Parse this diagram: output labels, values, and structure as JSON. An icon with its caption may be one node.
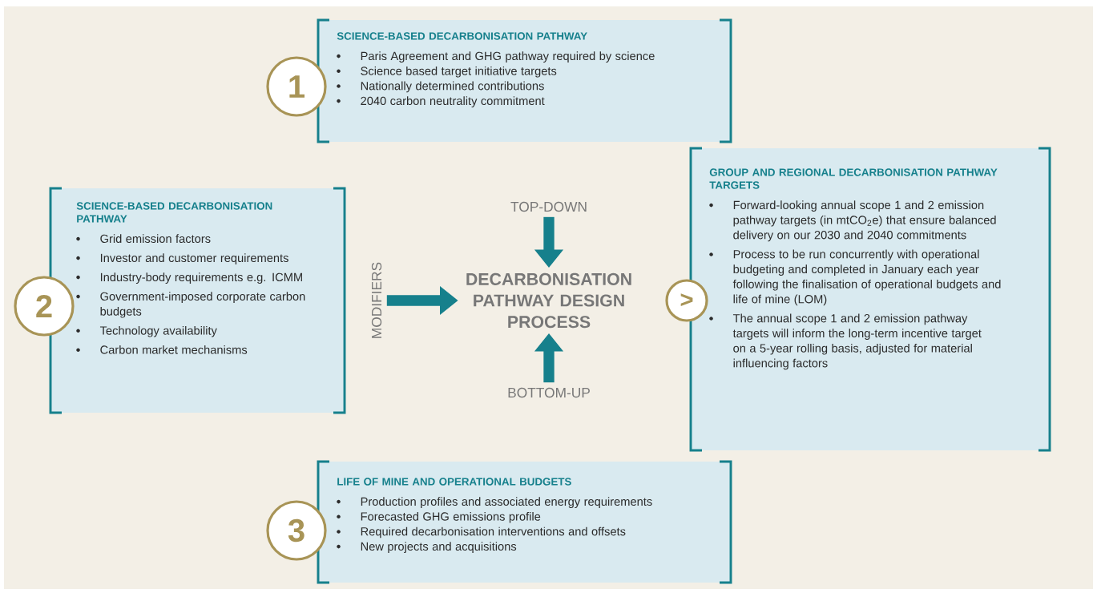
{
  "diagram": {
    "nodes": [
      {
        "text": [
          "SCIENCE-BASED DECARBONISATION PATHWAY",
          "Paris Agreement and GHG pathway required by science",
          "Science based target initiative targets",
          "Nationally determined contributions",
          "2040 carbon neutrality commitment"
        ]
      },
      {
        "text": [
          "1"
        ]
      },
      {
        "text": [
          "SCIENCE-BASED DECARBONISATION PATHWAY",
          "Grid emission factors",
          "Investor and customer requirements",
          "Industry-body requirements e.g. ICMM",
          "Government-imposed corporate carbon budgets",
          "Technology availability",
          "Carbon market mechanisms"
        ]
      },
      {
        "text": [
          "2"
        ]
      },
      {
        "text": [
          "MODIFIERS"
        ]
      },
      {
        "text": [
          "TOP-DOWN"
        ]
      },
      {
        "text": [
          "DECARBONISATION PATHWAY DESIGN PROCESS"
        ]
      },
      {
        "text": [
          "BOTTOM-UP"
        ]
      },
      {
        "text": [
          "GROUP AND REGIONAL DECARBONISATION PATHWAY TARGETS",
          "Forward-looking annual scope 1 and 2 emission pathway targets (in mtCO$_{2}$e) that ensure balanced delivery on our 2030 and 2040 commitments",
          "Process to be run concurrently with operational budgeting and completed in January each year following the finalisation of operational budgets and life of mine (LOM)",
          "The annual scope 1 and 2 emission pathway targets will inform the long-term incentive target on a 5-year rolling basis, adjusted for material influencing factors"
        ]
      },
      {
        "text": [
          ">"
        ]
      },
      {
        "text": [
          "LIFE OF MINE AND OPERATIONAL BUDGETS",
          "Production profiles and associated energy requirements",
          "Forecasted GHG emissions profile",
          "Required decarbonisation interventions and offsets",
          "New projects and acquisitions"
        ]
      },
      {
        "text": [
          "3"
        ]
      }
    ],
    "edges": [
      {
        "from": 5,
        "to": 6,
        "arrow": "to"
      },
      {
        "from": 4,
        "to": 6,
        "arrow": "to"
      },
      {
        "from": 7,
        "to": 6,
        "arrow": "to"
      }
    ]
  }
}
